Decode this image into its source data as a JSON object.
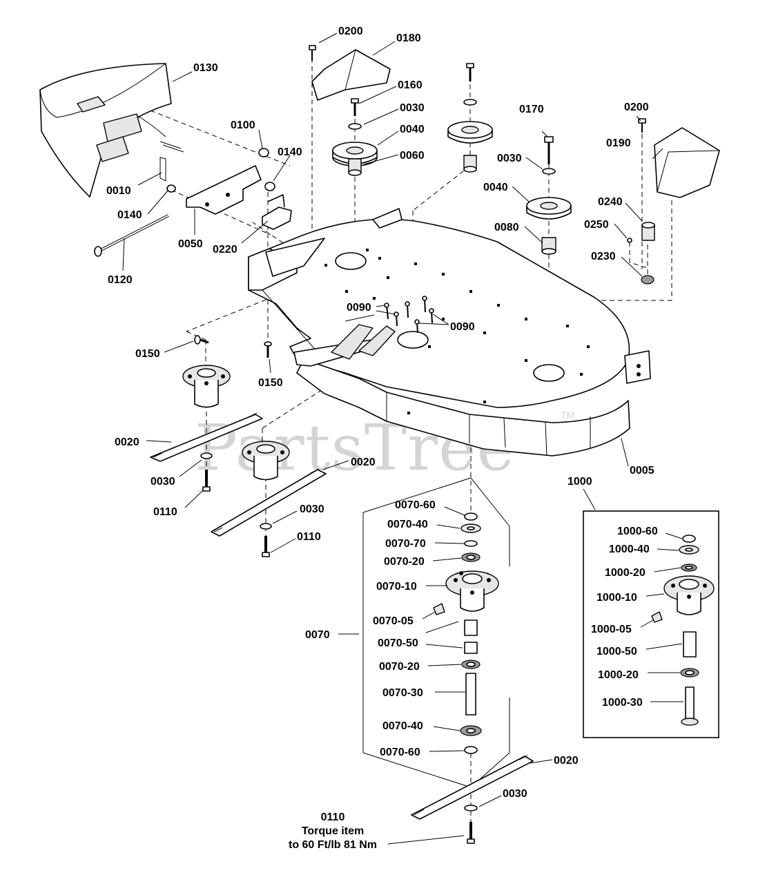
{
  "watermark": {
    "text": "PartsTree",
    "trademark": "TM"
  },
  "labels": {
    "l0200a": "0200",
    "l0180": "0180",
    "l0130": "0130",
    "l0160": "0160",
    "l0030a": "0030",
    "l0040a": "0040",
    "l0060": "0060",
    "l0170": "0170",
    "l0200b": "0200",
    "l0190": "0190",
    "l0100": "0100",
    "l0140a": "0140",
    "l0010": "0010",
    "l0140b": "0140",
    "l0050": "0050",
    "l0220": "0220",
    "l0120": "0120",
    "l0030b": "0030",
    "l0040b": "0040",
    "l0080": "0080",
    "l0240": "0240",
    "l0250": "0250",
    "l0230": "0230",
    "l0090a": "0090",
    "l0090b": "0090",
    "l0150a": "0150",
    "l0150b": "0150",
    "l0020a": "0020",
    "l0030c": "0030",
    "l0110a": "0110",
    "l0020b": "0020",
    "l0030d": "0030",
    "l0110b": "0110",
    "l0005": "0005",
    "l1000": "1000",
    "l0070_60a": "0070-60",
    "l0070_40a": "0070-40",
    "l0070_70": "0070-70",
    "l0070_20a": "0070-20",
    "l0070_10": "0070-10",
    "l0070_05": "0070-05",
    "l0070": "0070",
    "l0070_50": "0070-50",
    "l0070_20b": "0070-20",
    "l0070_30": "0070-30",
    "l0070_40b": "0070-40",
    "l0070_60b": "0070-60",
    "l1000_60": "1000-60",
    "l1000_40": "1000-40",
    "l1000_20a": "1000-20",
    "l1000_10": "1000-10",
    "l1000_05": "1000-05",
    "l1000_50": "1000-50",
    "l1000_20b": "1000-20",
    "l1000_30": "1000-30",
    "l0020c": "0020",
    "l0030e": "0030",
    "torque_line1": "0110",
    "torque_line2": "Torque item",
    "torque_line3": "to 60 Ft/lb 81 Nm"
  }
}
